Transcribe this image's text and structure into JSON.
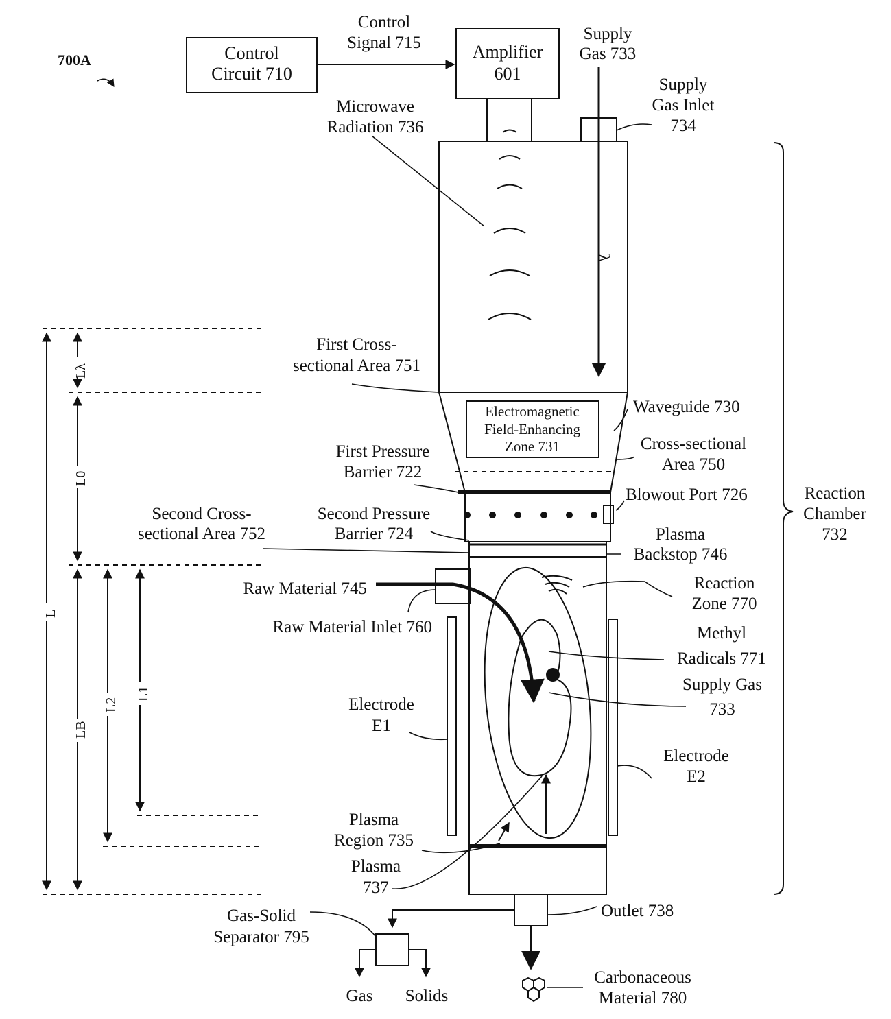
{
  "figure": {
    "label": "700A"
  },
  "boxes": {
    "control_circuit": [
      "Control",
      "Circuit 710"
    ],
    "amplifier": [
      "Amplifier",
      "601"
    ]
  },
  "labels": {
    "control_signal": [
      "Control",
      "Signal 715"
    ],
    "supply_gas_top": [
      "Supply",
      "Gas 733"
    ],
    "supply_gas_inlet": [
      "Supply",
      "Gas Inlet",
      "734"
    ],
    "microwave_radiation": [
      "Microwave",
      "Radiation 736"
    ],
    "first_cross_section": [
      "First Cross-",
      "sectional Area 751"
    ],
    "waveguide": [
      "Waveguide 730"
    ],
    "em_zone": [
      "Electromagnetic",
      "Field-Enhancing",
      "Zone 731"
    ],
    "cross_section": [
      "Cross-sectional",
      "Area 750"
    ],
    "first_pressure_barrier": [
      "First Pressure",
      "Barrier 722"
    ],
    "blowout_port": [
      "Blowout Port 726"
    ],
    "second_cross_section": [
      "Second Cross-",
      "sectional Area 752"
    ],
    "second_pressure_barrier": [
      "Second Pressure",
      "Barrier 724"
    ],
    "plasma_backstop": [
      "Plasma",
      "Backstop 746"
    ],
    "reaction_chamber": [
      "Reaction",
      "Chamber",
      "732"
    ],
    "raw_material": [
      "Raw Material 745"
    ],
    "reaction_zone": [
      "Reaction",
      "Zone 770"
    ],
    "raw_material_inlet": [
      "Raw Material Inlet 760"
    ],
    "methyl_radicals": [
      "Methyl",
      "Radicals 771"
    ],
    "supply_gas_mid": [
      "Supply Gas",
      "733"
    ],
    "electrode_e1": [
      "Electrode",
      "E1"
    ],
    "electrode_e2": [
      "Electrode",
      "E2"
    ],
    "plasma_region": [
      "Plasma",
      "Region 735"
    ],
    "plasma": [
      "Plasma",
      "737"
    ],
    "outlet": [
      "Outlet 738"
    ],
    "gas_solid_separator": [
      "Gas-Solid",
      "Separator 795"
    ],
    "gas": [
      "Gas"
    ],
    "solids": [
      "Solids"
    ],
    "carbonaceous_material": [
      "Carbonaceous",
      "Material 780"
    ]
  },
  "dimensions": {
    "lambda": "λ",
    "L_lambda": "Lλ",
    "L0": "L0",
    "L": "L",
    "LB": "LB",
    "L2": "L2",
    "L1": "L1"
  },
  "colors": {
    "ink": "#111111",
    "stipple": "#c9c9c9",
    "inlet_fill": "#3a3a3a"
  },
  "icons": [
    "arrow-head-icon",
    "hexagon-cluster-icon",
    "hatch-pattern-icon",
    "stipple-pattern-icon"
  ]
}
